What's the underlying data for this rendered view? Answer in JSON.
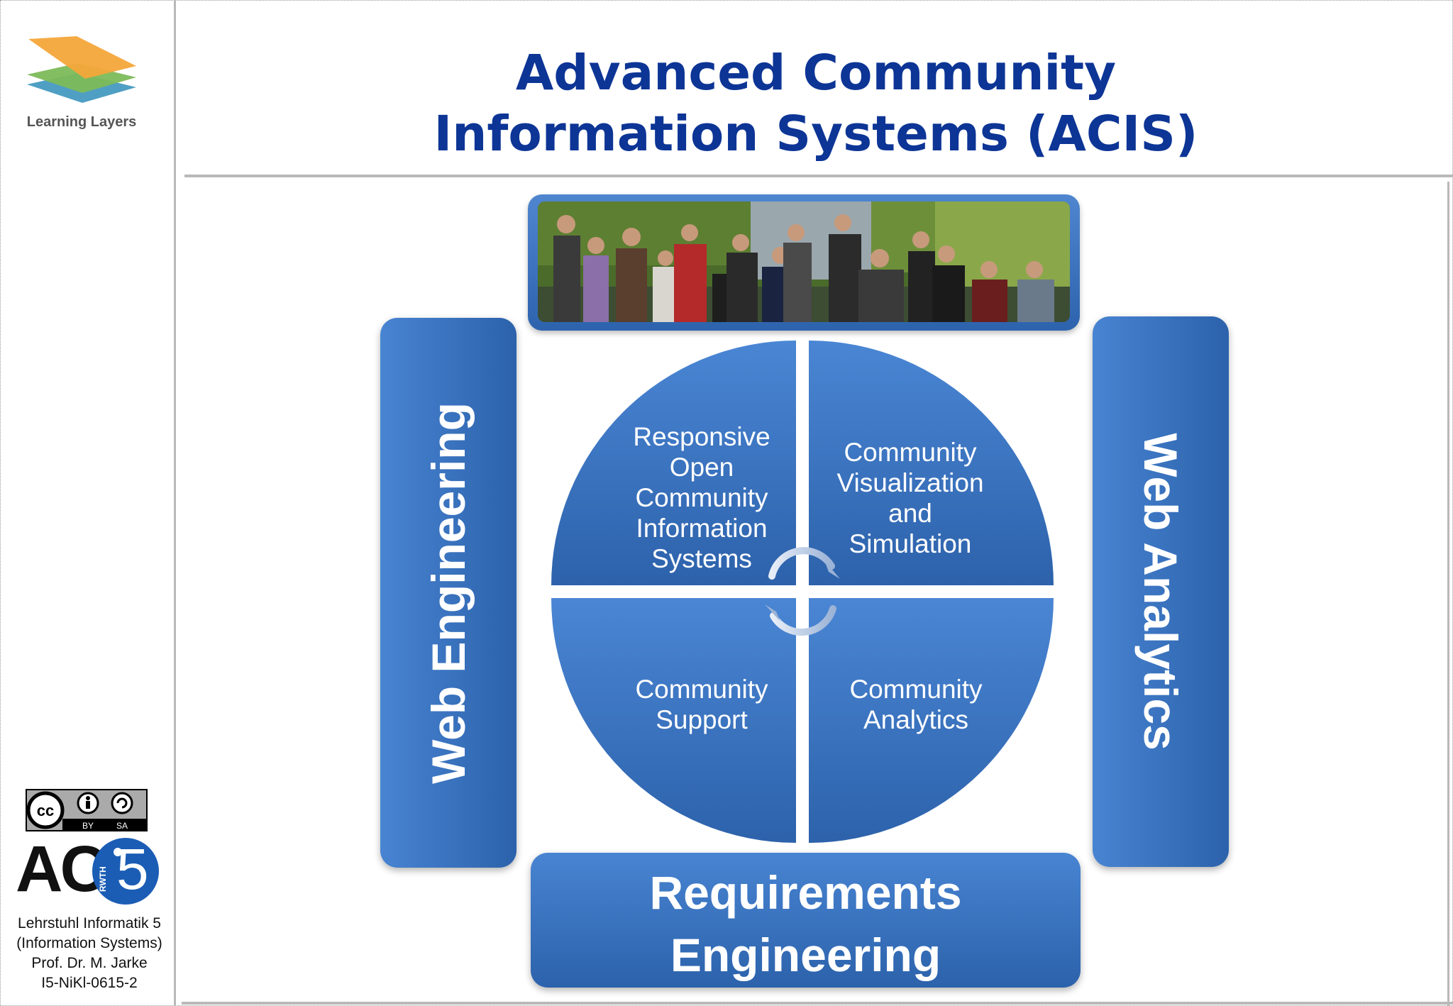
{
  "sidebar": {
    "logo_label": "Learning Layers",
    "license_badge": {
      "left": "BY",
      "right": "SA"
    },
    "chair_logo": {
      "letters": "AC",
      "digit": "5",
      "rwth": "RWTH"
    },
    "chair_lines": [
      "Lehrstuhl Informatik 5",
      "(Information Systems)",
      "Prof. Dr. M. Jarke",
      "I5-NiKl-0615-2"
    ]
  },
  "slide": {
    "title_line1": "Advanced Community",
    "title_line2": "Information Systems (ACIS)"
  },
  "diagram": {
    "left_pillar": "Web Engineering",
    "right_pillar": "Web Analytics",
    "bottom_pillar_line1": "Requirements",
    "bottom_pillar_line2": "Engineering",
    "quadrants": {
      "top_left": [
        "Responsive",
        "Open",
        "Community",
        "Information",
        "Systems"
      ],
      "top_right": [
        "Community",
        "Visualization",
        "and",
        "Simulation"
      ],
      "bottom_left": [
        "Community",
        "Support"
      ],
      "bottom_right": [
        "Community",
        "Analytics"
      ]
    }
  },
  "colors": {
    "title": "#0d3596",
    "shape_fill_light": "#4884d2",
    "shape_fill_dark": "#2c62ab"
  }
}
